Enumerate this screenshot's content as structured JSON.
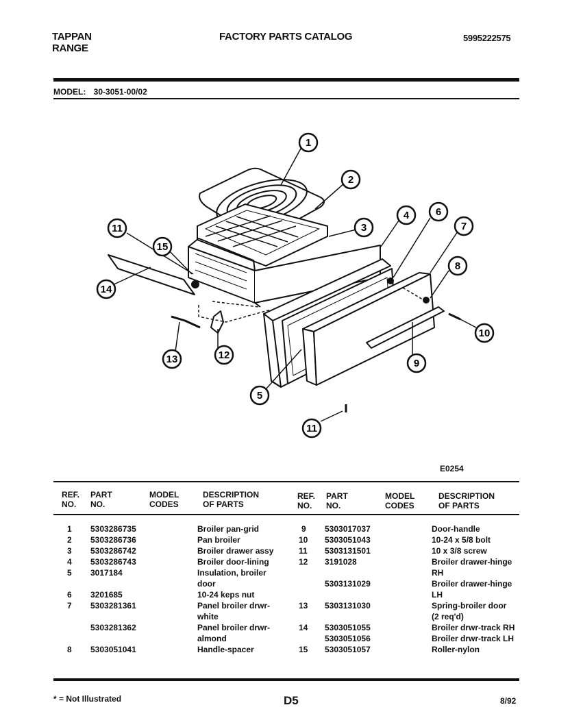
{
  "header": {
    "brand_line1": "TAPPAN",
    "brand_line2": "RANGE",
    "title": "FACTORY PARTS CATALOG",
    "catalog_number": "5995222575",
    "model_label": "MODEL:",
    "model_value": "30-3051-00/02"
  },
  "diagram": {
    "callouts": [
      "1",
      "2",
      "3",
      "4",
      "6",
      "7",
      "8",
      "10",
      "9",
      "11",
      "11",
      "15",
      "14",
      "13",
      "12",
      "5"
    ],
    "code": "E0254"
  },
  "table": {
    "headers": {
      "ref": "REF.\nNO.",
      "part": "PART\nNO.",
      "model": "MODEL\nCODES",
      "desc": "DESCRIPTION\nOF PARTS"
    },
    "left_rows": [
      {
        "ref": "1",
        "part": "5303286735",
        "desc": "Broiler pan-grid"
      },
      {
        "ref": "2",
        "part": "5303286736",
        "desc": "Pan broiler"
      },
      {
        "ref": "3",
        "part": "5303286742",
        "desc": "Broiler drawer assy"
      },
      {
        "ref": "4",
        "part": "5303286743",
        "desc": "Broiler door-lining"
      },
      {
        "ref": "5",
        "part": "3017184",
        "desc": "Insulation, broiler\ndoor"
      },
      {
        "ref": "6",
        "part": "3201685",
        "desc": "10-24 keps nut"
      },
      {
        "ref": "7",
        "part": "5303281361",
        "desc": "Panel broiler drwr-\nwhite"
      },
      {
        "ref": "",
        "part": "5303281362",
        "desc": "Panel broiler drwr-\nalmond"
      },
      {
        "ref": "8",
        "part": "5303051041",
        "desc": "Handle-spacer"
      }
    ],
    "right_rows": [
      {
        "ref": "9",
        "part": "5303017037",
        "desc": "Door-handle"
      },
      {
        "ref": "10",
        "part": "5303051043",
        "desc": "10-24 x 5/8 bolt"
      },
      {
        "ref": "11",
        "part": "5303131501",
        "desc": "10 x 3/8 screw"
      },
      {
        "ref": "12",
        "part": "3191028",
        "desc": "Broiler drawer-hinge\nRH"
      },
      {
        "ref": "",
        "part": "5303131029",
        "desc": "Broiler drawer-hinge\nLH"
      },
      {
        "ref": "13",
        "part": "5303131030",
        "desc": "Spring-broiler door\n(2 req'd)"
      },
      {
        "ref": "14",
        "part": "5303051055",
        "desc": "Broiler drwr-track RH"
      },
      {
        "ref": "",
        "part": "5303051056",
        "desc": "Broiler drwr-track LH"
      },
      {
        "ref": "15",
        "part": "5303051057",
        "desc": "Roller-nylon"
      }
    ]
  },
  "footer": {
    "note": "* = Not Illustrated",
    "page": "D5",
    "date": "8/92"
  }
}
